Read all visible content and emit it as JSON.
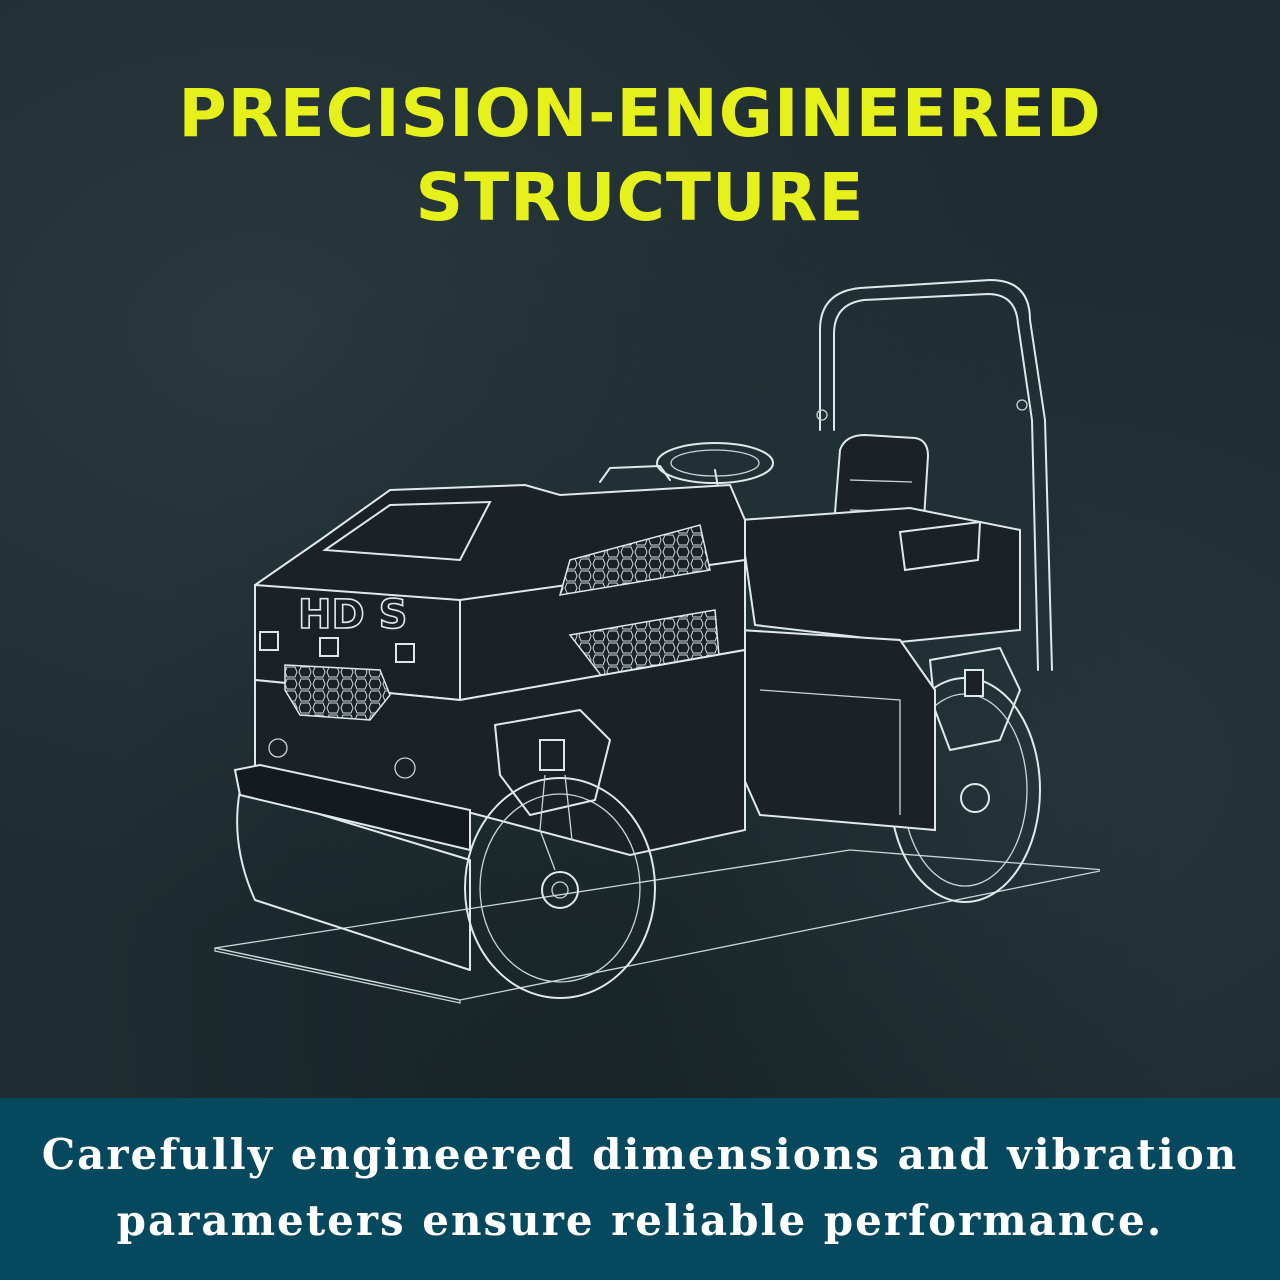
{
  "headline": {
    "line1": "PRECISION-ENGINEERED",
    "line2": "STRUCTURE"
  },
  "caption": {
    "line1": "Carefully engineered dimensions and vibration",
    "line2": "parameters ensure reliable performance."
  },
  "illustration": {
    "subject": "road-roller-line-drawing",
    "model_label": "HD S"
  },
  "colors": {
    "background": "#1e2c31",
    "headline": "#e6f01a",
    "caption_band": "#06495e",
    "caption_text": "#ffffff",
    "line_art": "#dfe9ec"
  }
}
